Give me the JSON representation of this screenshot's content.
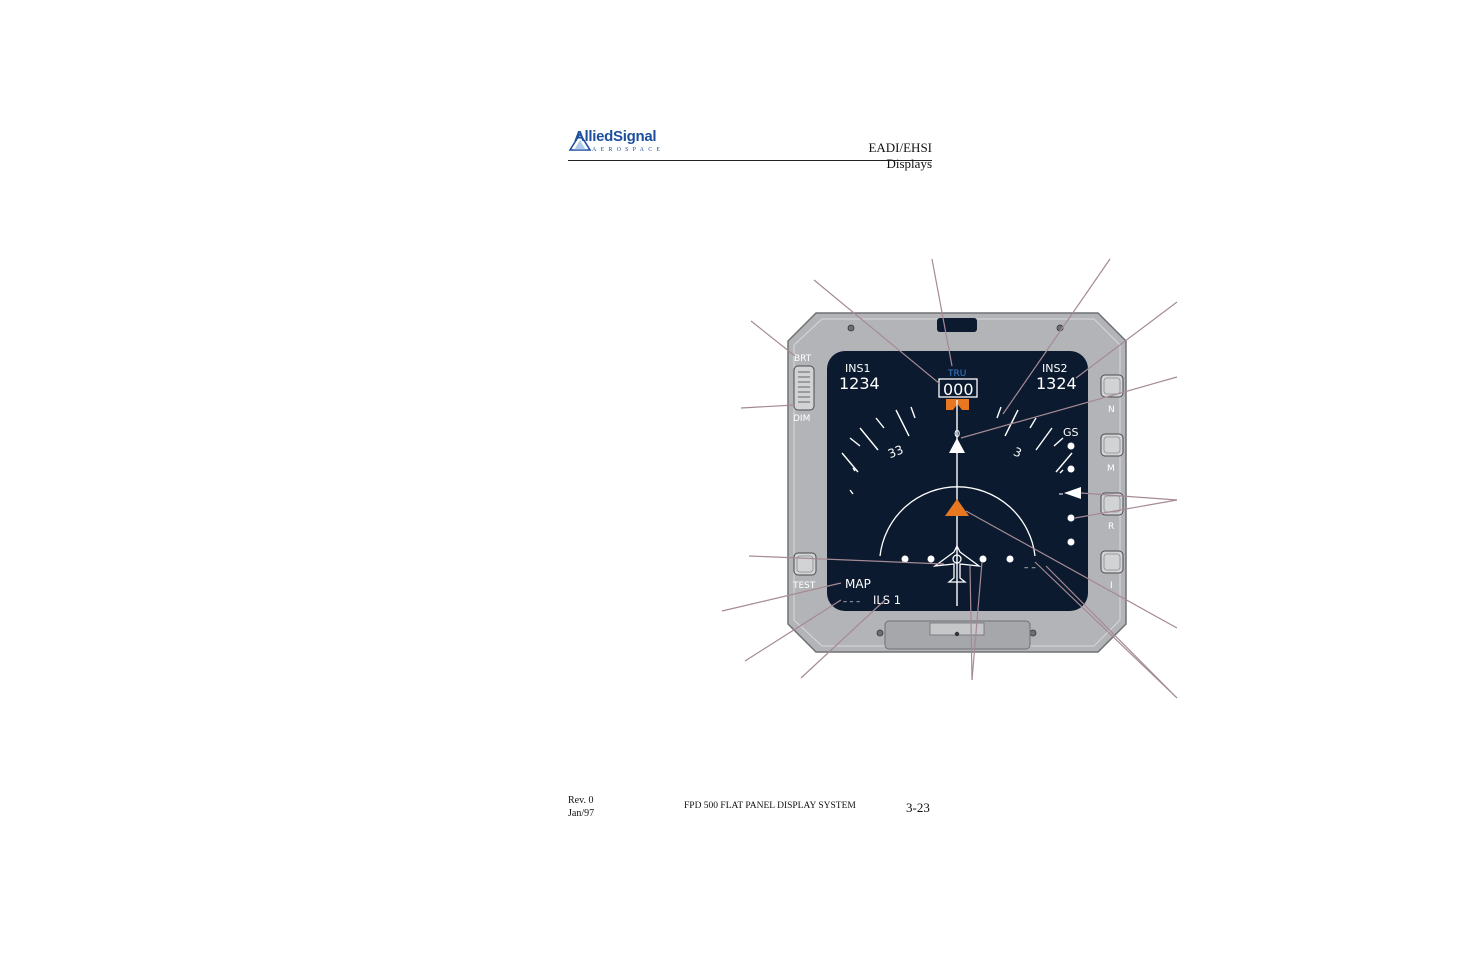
{
  "header": {
    "brand": "AlliedSignal",
    "brand_sub": "AEROSPACE",
    "section_title": "EADI/EHSI Displays"
  },
  "footer": {
    "revision": "Rev. 0",
    "date": "Jan/97",
    "product": "FPD 500 FLAT PANEL DISPLAY SYSTEM",
    "page_number": "3-23"
  },
  "display": {
    "left_nav_source": "INS1",
    "left_nav_value": "1234",
    "right_nav_source": "INS2",
    "right_nav_value": "1324",
    "heading_ref": "TRU",
    "heading_value": "000",
    "compass_north_tick": "0",
    "compass_label_33": "33",
    "compass_label_3": "3",
    "glideslope_label": "GS",
    "mode": "MAP",
    "nav_source": "ILS 1",
    "left_dashes": "– – –",
    "right_dashes": "– –"
  },
  "bezel_controls": {
    "bright": "BRT",
    "dim": "DIM",
    "test": "TEST",
    "key_n": "N",
    "key_m": "M",
    "key_r": "R",
    "key_i": "I"
  },
  "colors": {
    "screen": "#0b1a2e",
    "bezel": "#b3b4b7",
    "heading_accent": "#e87722",
    "heading_ref_text": "#3a7fd0",
    "leader_line": "#a58a95",
    "brand": "#1d4f9e"
  }
}
